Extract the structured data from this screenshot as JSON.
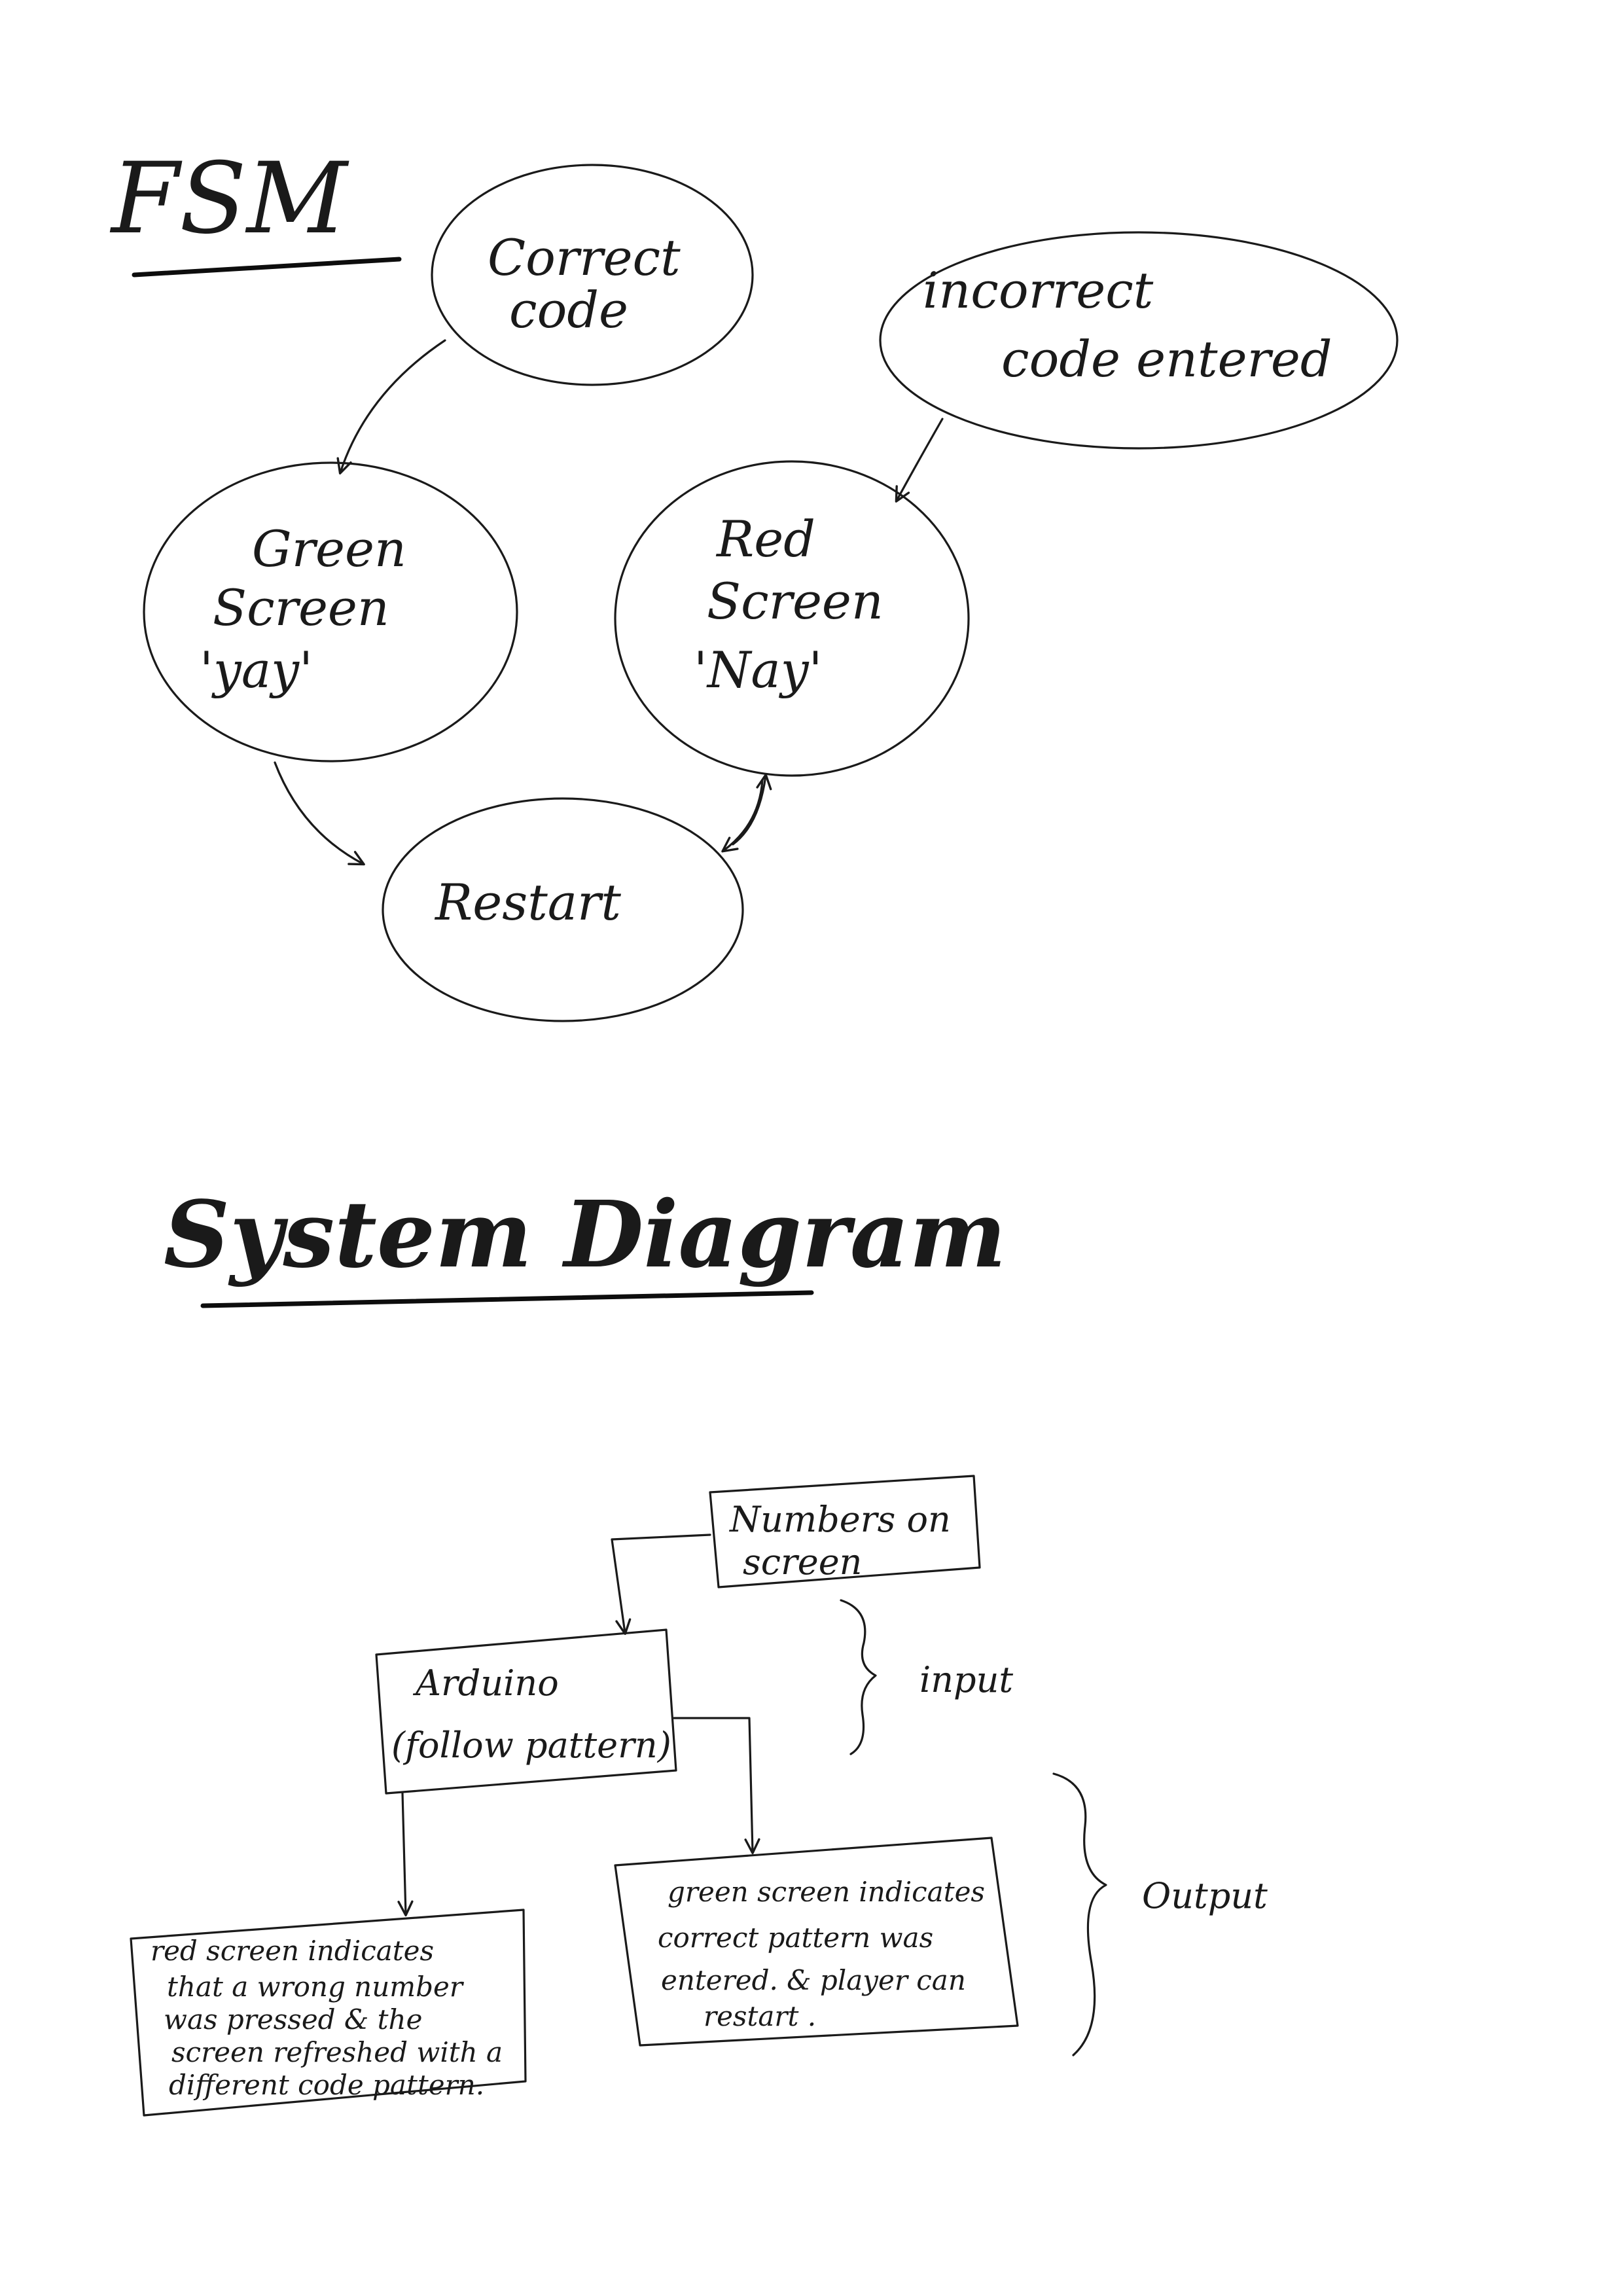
{
  "fsm": {
    "heading": "FSM",
    "states": {
      "correct_code": [
        "Correct",
        "code"
      ],
      "incorrect_code": [
        "incorrect",
        "code entered"
      ],
      "green_screen": [
        "Green",
        "Screen",
        "'yay'"
      ],
      "red_screen": [
        "Red",
        "Screen",
        "'Nay'"
      ],
      "restart": [
        "Restart"
      ]
    }
  },
  "system_diagram": {
    "heading": "System Diagram",
    "boxes": {
      "numbers_on_screen": [
        "Numbers on",
        "screen"
      ],
      "arduino": [
        "Arduino",
        "(follow pattern)"
      ],
      "red_note": [
        "red screen indicates",
        "that a wrong number",
        "was pressed & the",
        "screen refreshed with a",
        "different code pattern."
      ],
      "green_note": [
        "green screen indicates",
        "correct pattern was",
        "entered. & player can",
        "restart ."
      ]
    },
    "brace_labels": {
      "input": "input",
      "output": "Output"
    }
  }
}
